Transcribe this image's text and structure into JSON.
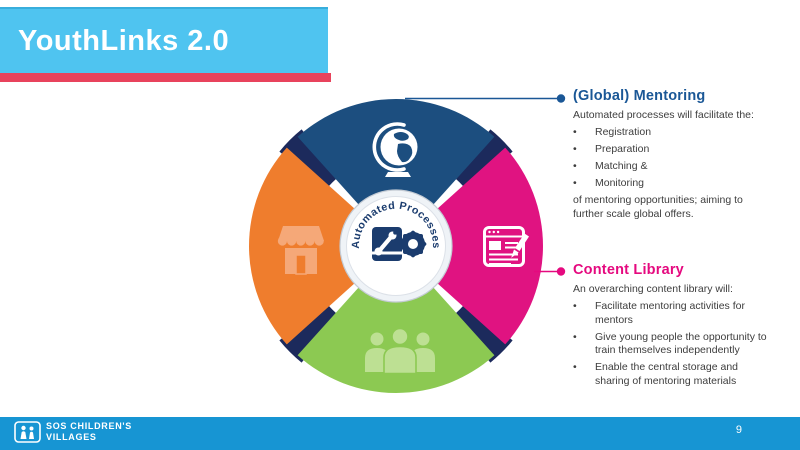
{
  "header": {
    "title": "YouthLinks 2.0"
  },
  "diagram": {
    "center_label": "Automated Processes",
    "icons": {
      "top": "globe-icon",
      "right": "document-edit-icon",
      "bottom": "people-icon",
      "left": "storefront-icon",
      "center": "book-gear-icon"
    }
  },
  "sections": {
    "mentoring": {
      "heading": "(Global) Mentoring",
      "intro": "Automated processes will facilitate the:",
      "bullets": [
        "Registration",
        "Preparation",
        "Matching &",
        "Monitoring"
      ],
      "outro": "of mentoring opportunities; aiming to further scale global offers."
    },
    "content_library": {
      "heading": "Content Library",
      "intro": "An overarching content library will:",
      "bullets": [
        "Facilitate mentoring activities for mentors",
        "Give young people the opportunity to train themselves independently",
        "Enable the central storage and sharing of mentoring materials"
      ]
    }
  },
  "footer": {
    "org_line1": "SOS CHILDREN'S",
    "org_line2": "VILLAGES",
    "page_number": "9"
  },
  "colors": {
    "title_box": "#4FC4F0",
    "red_bar": "#E8435C",
    "navy_wedge": "#1C4E7F",
    "pink_wedge": "#E01381",
    "green_wedge": "#8CC952",
    "orange_wedge": "#EF7D2D",
    "shadow_navy": "#1C2A5C",
    "center_text": "#1B3C6E",
    "heading_blue": "#1A5796",
    "heading_pink": "#E5097F",
    "body_text": "#3D3D3D",
    "footer_bar": "#1795D3"
  }
}
